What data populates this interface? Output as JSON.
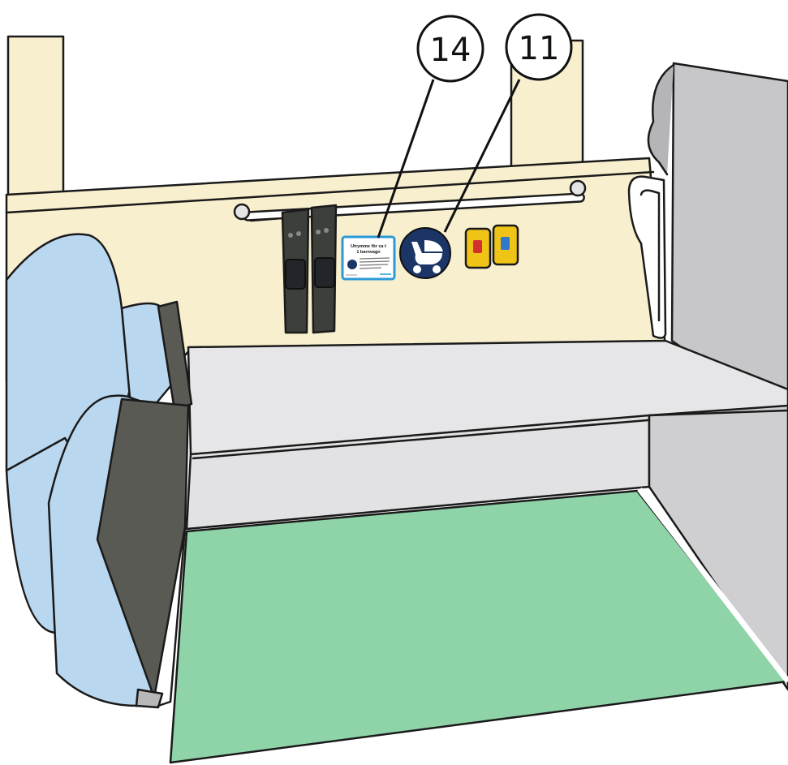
{
  "colors": {
    "wall": "#f8efcf",
    "seat_blue": "#b9d7ef",
    "seat_frame": "#5a5a55",
    "panel_grey": "#c7c7c9",
    "step_light": "#e6e6e8",
    "floor_green": "#8fd3a9",
    "sign_blue": "#1b3566",
    "button_yellow": "#f0c417",
    "button_red": "#d4302f",
    "button_blue": "#2f79c8",
    "strap_dark": "#3c3f3a",
    "label_border": "#2a9ad8"
  },
  "callouts": [
    {
      "number": "14",
      "target": "info-label"
    },
    {
      "number": "11",
      "target": "pram-symbol-sign"
    }
  ],
  "info_label": {
    "heading_line1": "Utrymme för ca t",
    "heading_line2": "1 barnvagn"
  },
  "icons": {
    "pram_sign": "baby-carriage-icon",
    "label_pram": "baby-carriage-icon"
  }
}
